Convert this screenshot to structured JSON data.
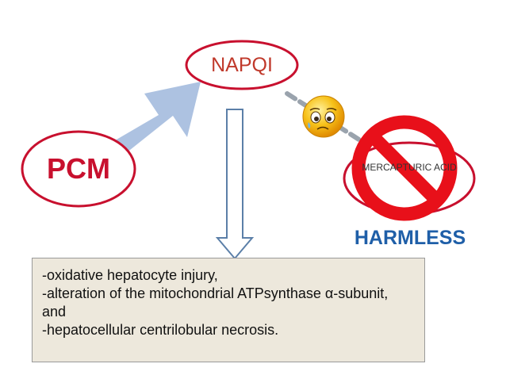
{
  "nodes": {
    "napqi": "NAPQI",
    "pcm": "PCM",
    "mercapturic": "MERCAPTURIC ACID",
    "harmless": "HARMLESS"
  },
  "effects": [
    "-oxidative hepatocyte injury,",
    "-alteration of the mitochondrial ATPsynthase α-subunit, and",
    "-hepatocellular centrilobular necrosis."
  ],
  "colors": {
    "node_border": "#c8102e",
    "pcm_text": "#c8102e",
    "harmless_text": "#1f5fa8",
    "box_background": "#ede8dc",
    "big_arrow": "#a9bfdf",
    "prohibition_sign": "#e8101a",
    "emoji_face": "#f5b800"
  },
  "icons": [
    "worried-face-icon",
    "prohibition-icon"
  ]
}
